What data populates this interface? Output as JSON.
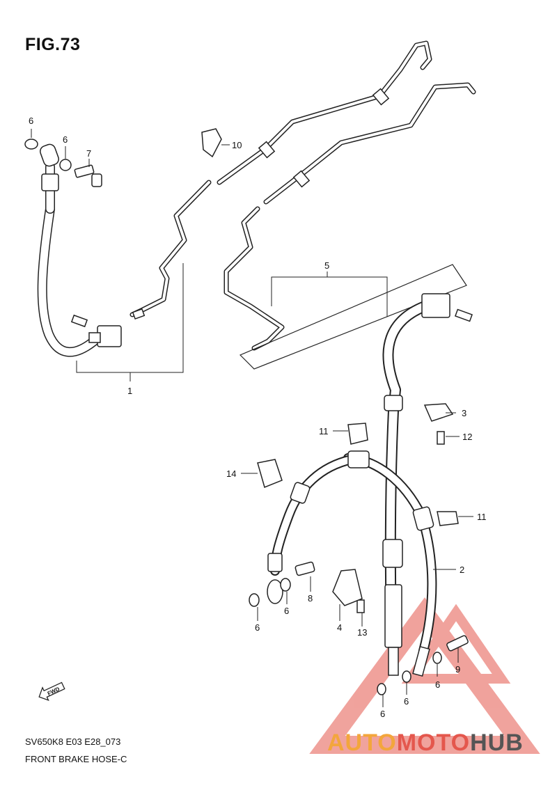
{
  "figure": {
    "title": "FIG.73",
    "model_code": "SV650K8 E03 E28_073",
    "name": "FRONT BRAKE HOSE-C"
  },
  "callouts": [
    "1",
    "2",
    "3",
    "4",
    "5",
    "6",
    "6",
    "6",
    "6",
    "6",
    "6",
    "6",
    "7",
    "8",
    "9",
    "10",
    "11",
    "11",
    "12",
    "13",
    "14"
  ],
  "fwd_label": "FWD",
  "watermark": {
    "part1": "AUTO",
    "part2": "MOTO",
    "part3": "HUB",
    "colors": {
      "auto": "#f3a63c",
      "moto": "#e4574d",
      "hub": "#555555",
      "triangle": "#e4574d"
    }
  }
}
